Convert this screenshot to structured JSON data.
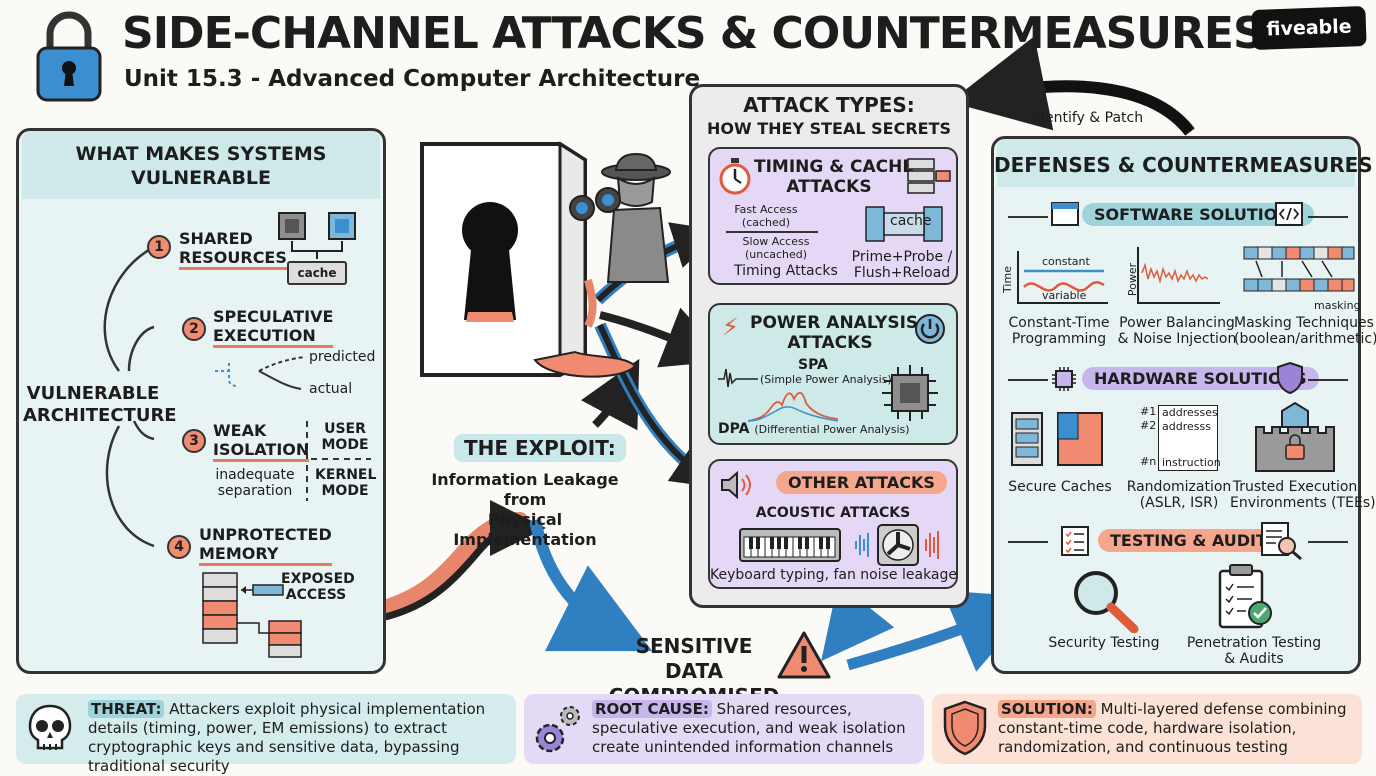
{
  "header": {
    "title": "SIDE-CHANNEL ATTACKS & COUNTERMEASURES",
    "subtitle": "Unit 15.3 - Advanced Computer Architecture",
    "brand": "fiveable",
    "lock_icon": "padlock-icon"
  },
  "vulnerable": {
    "title_line1": "WHAT MAKES SYSTEMS",
    "title_line2": "VULNERABLE",
    "root_line1": "VULNERABLE",
    "root_line2": "ARCHITECTURE",
    "items": [
      {
        "num": "1",
        "line1": "SHARED",
        "line2": "RESOURCES",
        "detail": "cache"
      },
      {
        "num": "2",
        "line1": "SPECULATIVE",
        "line2": "EXECUTION",
        "detail1": "predicted",
        "detail2": "actual"
      },
      {
        "num": "3",
        "line1": "WEAK",
        "line2": "ISOLATION",
        "detail1": "inadequate",
        "detail2": "separation",
        "mode1_line1": "USER",
        "mode1_line2": "MODE",
        "mode2_line1": "KERNEL",
        "mode2_line2": "MODE"
      },
      {
        "num": "4",
        "line1": "UNPROTECTED",
        "line2": "MEMORY",
        "detail1": "EXPOSED",
        "detail2": "ACCESS"
      }
    ]
  },
  "exploit": {
    "title": "THE EXPLOIT:",
    "line1": "Information Leakage from",
    "line2": "Physical Implementation",
    "result_line1": "SENSITIVE DATA",
    "result_line2": "COMPROMISED"
  },
  "attacks": {
    "title": "ATTACK TYPES:",
    "subtitle": "HOW THEY STEAL SECRETS",
    "timing": {
      "title_line1": "TIMING & CACHE",
      "title_line2": "ATTACKS",
      "fast_line1": "Fast Access",
      "fast_line2": "(cached)",
      "slow_line1": "Slow Access",
      "slow_line2": "(uncached)",
      "caption": "Timing Attacks",
      "cache": "cache",
      "probe_line1": "Prime+Probe /",
      "probe_line2": "Flush+Reload"
    },
    "power": {
      "title_line1": "POWER ANALYSIS",
      "title_line2": "ATTACKS",
      "spa": "SPA",
      "spa_full": "(Simple Power Analysis)",
      "dpa": "DPA",
      "dpa_full": "(Differential Power Analysis)"
    },
    "other": {
      "title": "OTHER ATTACKS",
      "subtitle": "ACOUSTIC ATTACKS",
      "caption": "Keyboard typing, fan noise leakage"
    }
  },
  "defenses": {
    "title": "DEFENSES & COUNTERMEASURES",
    "feedback": "Identify & Patch",
    "software": {
      "title": "SOFTWARE SOLUTIONS",
      "items": [
        {
          "line1": "Constant-Time",
          "line2": "Programming",
          "g1": "constant",
          "g2": "variable",
          "axis": "Time"
        },
        {
          "line1": "Power Balancing",
          "line2": "& Noise Injection",
          "axis": "Power"
        },
        {
          "line1": "Masking Techniques",
          "line2": "(boolean/arithmetic)",
          "tag": "masking"
        }
      ]
    },
    "hardware": {
      "title": "HARDWARE SOLUTIONS",
      "items": [
        {
          "line1": "Secure Caches",
          "line2": ""
        },
        {
          "line1": "Randomization",
          "line2": "(ASLR, ISR)",
          "r1": "#1",
          "r2": "#2",
          "rn": "#n",
          "a1": "addresses",
          "a2": "addresss",
          "a3": "instruction"
        },
        {
          "line1": "Trusted Execution",
          "line2": "Environments (TEEs)"
        }
      ]
    },
    "testing": {
      "title": "TESTING & AUDITS",
      "items": [
        {
          "line1": "Security Testing",
          "line2": ""
        },
        {
          "line1": "Penetration Testing",
          "line2": "& Audits"
        }
      ]
    }
  },
  "bottom": {
    "threat": {
      "label": "THREAT:",
      "text": " Attackers exploit physical implementation details (timing, power, EM emissions) to extract cryptographic keys and sensitive data, bypassing traditional security"
    },
    "root_cause": {
      "label": "ROOT CAUSE:",
      "text": " Shared resources, speculative execution, and weak isolation create unintended information channels"
    },
    "solution": {
      "label": "SOLUTION:",
      "text": " Multi-layered defense combining constant-time code, hardware isolation, randomization, and continuous testing"
    }
  },
  "colors": {
    "teal": "#cfe9ea",
    "purple": "#e4d8f6",
    "coral": "#f08a70",
    "blue": "#3a86c8"
  }
}
